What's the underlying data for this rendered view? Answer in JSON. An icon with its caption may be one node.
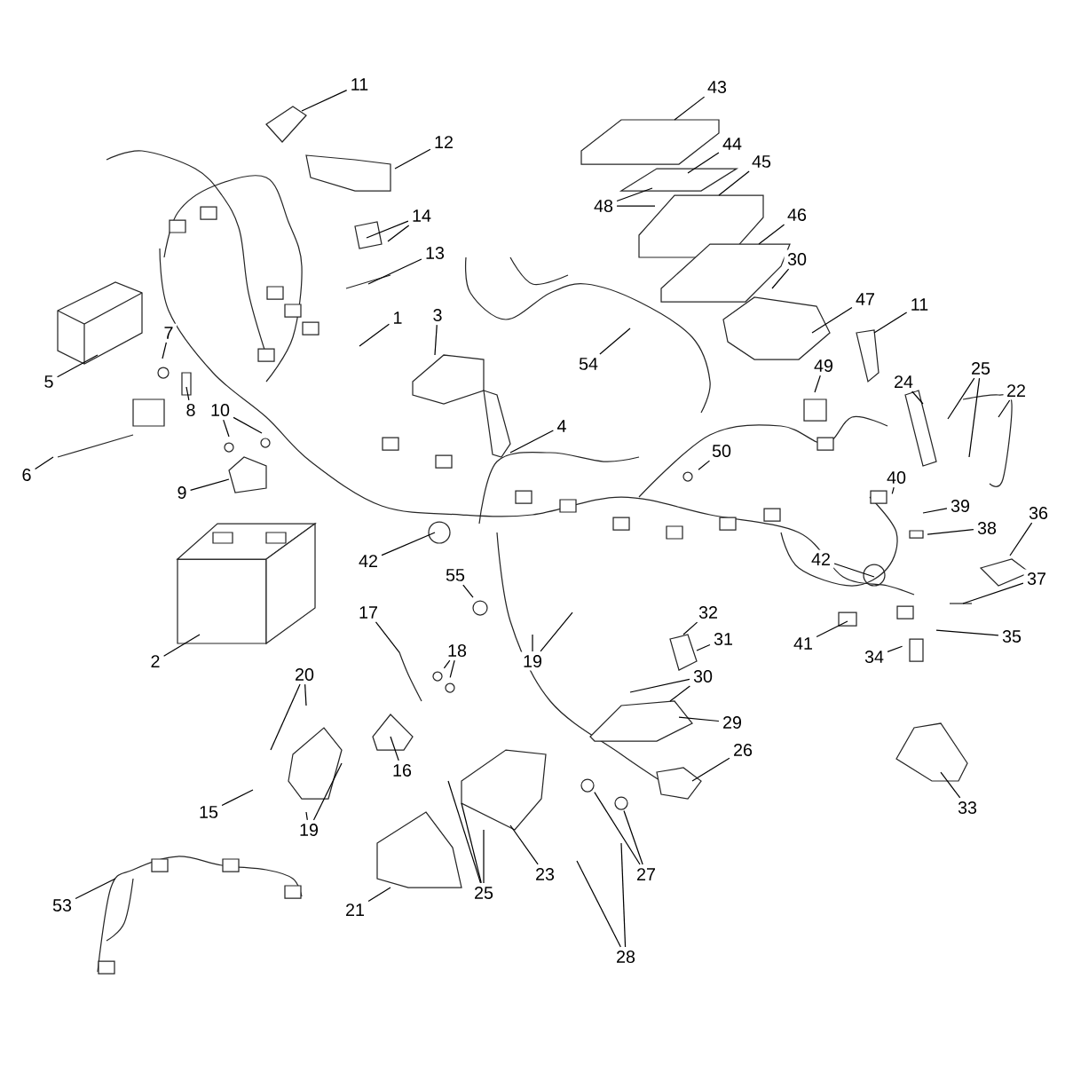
{
  "diagram": {
    "nodes": [
      {
        "text": [
          "1"
        ]
      },
      {
        "text": [
          "11"
        ]
      },
      {
        "text": [
          "12"
        ]
      },
      {
        "text": [
          "14"
        ]
      },
      {
        "text": [
          "13"
        ]
      },
      {
        "text": [
          "3"
        ]
      },
      {
        "text": [
          "4"
        ]
      },
      {
        "text": [
          "43"
        ]
      },
      {
        "text": [
          "44"
        ]
      },
      {
        "text": [
          "45"
        ]
      },
      {
        "text": [
          "48"
        ]
      },
      {
        "text": [
          "46"
        ]
      },
      {
        "text": [
          "30"
        ]
      },
      {
        "text": [
          "47"
        ]
      },
      {
        "text": [
          "11"
        ]
      },
      {
        "text": [
          "54"
        ]
      },
      {
        "text": [
          "5"
        ]
      },
      {
        "text": [
          "7"
        ]
      },
      {
        "text": [
          "8"
        ]
      },
      {
        "text": [
          "6"
        ]
      },
      {
        "text": [
          "10"
        ]
      },
      {
        "text": [
          "9"
        ]
      },
      {
        "text": [
          "25"
        ]
      },
      {
        "text": [
          "24"
        ]
      },
      {
        "text": [
          "22"
        ]
      },
      {
        "text": [
          "49"
        ]
      },
      {
        "text": [
          "50"
        ]
      },
      {
        "text": [
          "40"
        ]
      },
      {
        "text": [
          "39"
        ]
      },
      {
        "text": [
          "38"
        ]
      },
      {
        "text": [
          "36"
        ]
      },
      {
        "text": [
          "42"
        ]
      },
      {
        "text": [
          "42"
        ]
      },
      {
        "text": [
          "37"
        ]
      },
      {
        "text": [
          "35"
        ]
      },
      {
        "text": [
          "34"
        ]
      },
      {
        "text": [
          "41"
        ]
      },
      {
        "text": [
          "55"
        ]
      },
      {
        "text": [
          "2"
        ]
      },
      {
        "text": [
          "17"
        ]
      },
      {
        "text": [
          "18"
        ]
      },
      {
        "text": [
          "19"
        ]
      },
      {
        "text": [
          "32"
        ]
      },
      {
        "text": [
          "31"
        ]
      },
      {
        "text": [
          "30"
        ]
      },
      {
        "text": [
          "29"
        ]
      },
      {
        "text": [
          "20"
        ]
      },
      {
        "text": [
          "16"
        ]
      },
      {
        "text": [
          "15"
        ]
      },
      {
        "text": [
          "19"
        ]
      },
      {
        "text": [
          "26"
        ]
      },
      {
        "text": [
          "33"
        ]
      },
      {
        "text": [
          "23"
        ]
      },
      {
        "text": [
          "25"
        ]
      },
      {
        "text": [
          "27"
        ]
      },
      {
        "text": [
          "28"
        ]
      },
      {
        "text": [
          "21"
        ]
      },
      {
        "text": [
          "53"
        ]
      }
    ],
    "edges": [
      {
        "from": 0,
        "to": null,
        "arrow": "none"
      },
      {
        "from": 1,
        "to": null,
        "arrow": "none"
      },
      {
        "from": 2,
        "to": null,
        "arrow": "none"
      },
      {
        "from": 3,
        "to": null,
        "arrow": "none"
      },
      {
        "from": 3,
        "to": null,
        "arrow": "none"
      },
      {
        "from": 4,
        "to": null,
        "arrow": "none"
      },
      {
        "from": 5,
        "to": null,
        "arrow": "none"
      },
      {
        "from": 6,
        "to": null,
        "arrow": "none"
      },
      {
        "from": 7,
        "to": null,
        "arrow": "none"
      },
      {
        "from": 8,
        "to": null,
        "arrow": "none"
      },
      {
        "from": 9,
        "to": null,
        "arrow": "none"
      },
      {
        "from": 10,
        "to": null,
        "arrow": "none"
      },
      {
        "from": 10,
        "to": null,
        "arrow": "none"
      },
      {
        "from": 11,
        "to": null,
        "arrow": "none"
      },
      {
        "from": 12,
        "to": null,
        "arrow": "none"
      },
      {
        "from": 13,
        "to": null,
        "arrow": "none"
      },
      {
        "from": 14,
        "to": null,
        "arrow": "none"
      },
      {
        "from": 15,
        "to": null,
        "arrow": "none"
      },
      {
        "from": 16,
        "to": null,
        "arrow": "none"
      },
      {
        "from": 17,
        "to": null,
        "arrow": "none"
      },
      {
        "from": 18,
        "to": null,
        "arrow": "none"
      },
      {
        "from": 19,
        "to": null,
        "arrow": "none"
      },
      {
        "from": 20,
        "to": null,
        "arrow": "none"
      },
      {
        "from": 20,
        "to": null,
        "arrow": "none"
      },
      {
        "from": 21,
        "to": null,
        "arrow": "none"
      },
      {
        "from": 22,
        "to": null,
        "arrow": "none"
      },
      {
        "from": 22,
        "to": null,
        "arrow": "none"
      },
      {
        "from": 23,
        "to": null,
        "arrow": "none"
      },
      {
        "from": 24,
        "to": null,
        "arrow": "none"
      },
      {
        "from": 25,
        "to": null,
        "arrow": "none"
      },
      {
        "from": 26,
        "to": null,
        "arrow": "none"
      },
      {
        "from": 27,
        "to": null,
        "arrow": "none"
      },
      {
        "from": 28,
        "to": null,
        "arrow": "none"
      },
      {
        "from": 29,
        "to": null,
        "arrow": "none"
      },
      {
        "from": 30,
        "to": null,
        "arrow": "none"
      },
      {
        "from": 31,
        "to": null,
        "arrow": "none"
      },
      {
        "from": 32,
        "to": null,
        "arrow": "none"
      },
      {
        "from": 33,
        "to": null,
        "arrow": "none"
      },
      {
        "from": 34,
        "to": null,
        "arrow": "none"
      },
      {
        "from": 35,
        "to": null,
        "arrow": "none"
      },
      {
        "from": 36,
        "to": null,
        "arrow": "none"
      },
      {
        "from": 37,
        "to": null,
        "arrow": "none"
      },
      {
        "from": 38,
        "to": null,
        "arrow": "none"
      },
      {
        "from": 39,
        "to": null,
        "arrow": "none"
      },
      {
        "from": 40,
        "to": null,
        "arrow": "none"
      },
      {
        "from": 40,
        "to": null,
        "arrow": "none"
      },
      {
        "from": 41,
        "to": null,
        "arrow": "none"
      },
      {
        "from": 41,
        "to": null,
        "arrow": "none"
      },
      {
        "from": 42,
        "to": null,
        "arrow": "none"
      },
      {
        "from": 43,
        "to": null,
        "arrow": "none"
      },
      {
        "from": 44,
        "to": null,
        "arrow": "none"
      },
      {
        "from": 44,
        "to": null,
        "arrow": "none"
      },
      {
        "from": 45,
        "to": null,
        "arrow": "none"
      },
      {
        "from": 46,
        "to": null,
        "arrow": "none"
      },
      {
        "from": 46,
        "to": null,
        "arrow": "none"
      },
      {
        "from": 47,
        "to": null,
        "arrow": "none"
      },
      {
        "from": 48,
        "to": null,
        "arrow": "none"
      },
      {
        "from": 49,
        "to": null,
        "arrow": "none"
      },
      {
        "from": 49,
        "to": null,
        "arrow": "none"
      },
      {
        "from": 50,
        "to": null,
        "arrow": "none"
      },
      {
        "from": 51,
        "to": null,
        "arrow": "none"
      },
      {
        "from": 52,
        "to": null,
        "arrow": "none"
      },
      {
        "from": 53,
        "to": null,
        "arrow": "none"
      },
      {
        "from": 53,
        "to": null,
        "arrow": "none"
      },
      {
        "from": 53,
        "to": null,
        "arrow": "none"
      },
      {
        "from": 54,
        "to": null,
        "arrow": "none"
      },
      {
        "from": 54,
        "to": null,
        "arrow": "none"
      },
      {
        "from": 55,
        "to": null,
        "arrow": "none"
      },
      {
        "from": 55,
        "to": null,
        "arrow": "none"
      },
      {
        "from": 56,
        "to": null,
        "arrow": "none"
      },
      {
        "from": 57,
        "to": null,
        "arrow": "none"
      }
    ]
  }
}
